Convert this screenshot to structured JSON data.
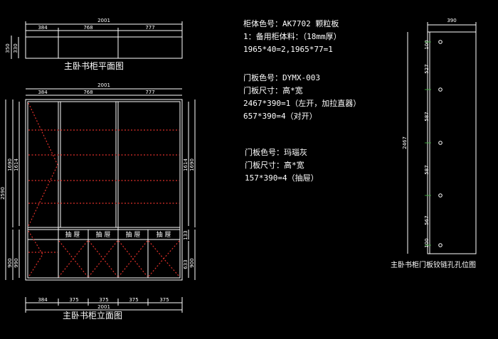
{
  "plan": {
    "title": "主卧书柜平面图",
    "total": "2001",
    "segments": [
      "384",
      "768",
      "777"
    ],
    "depths": [
      "350",
      "330"
    ]
  },
  "elevation": {
    "title": "主卧书柜立面图",
    "total_top": "2001",
    "segments_top": [
      "384",
      "768",
      "777"
    ],
    "segments_bottom": [
      "384",
      "375",
      "375",
      "375",
      "375"
    ],
    "total_bottom": "2001",
    "left_dims": [
      "2590",
      "1690",
      "1614",
      "900",
      "990"
    ],
    "right_dims": [
      "1614",
      "1690",
      "133",
      "633",
      "900"
    ],
    "drawer_label": "抽 屉"
  },
  "notes": {
    "block1": [
      "柜体色号：AK7702    颗粒板",
      "1：备用柜体料：（18mm厚）",
      "1965*40=2,1965*77=1"
    ],
    "block2": [
      "门板色号：DYMX-003",
      "门板尺寸：高*宽",
      "2467*390=1（左开，加拉直器）",
      "657*390=4（对开）"
    ],
    "block3": [
      "门板色号：玛瑙灰",
      "门板尺寸：高*宽",
      "157*390=4（抽屉）"
    ]
  },
  "hinge": {
    "title": "主卧书柜门板铰链孔孔位图",
    "width": "390",
    "height": "2467",
    "spacings": [
      "100",
      "527",
      "587",
      "587",
      "567",
      "100"
    ]
  }
}
